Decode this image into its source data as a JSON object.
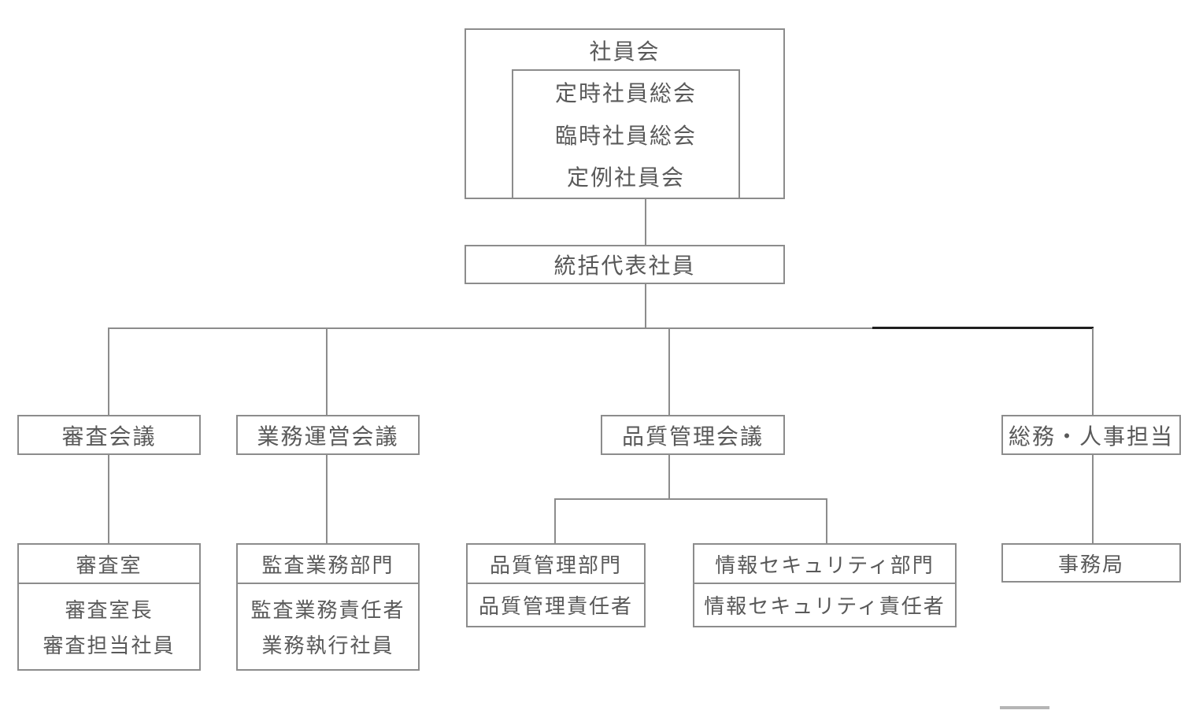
{
  "org": {
    "assembly": {
      "title": "社員会",
      "meetings": [
        "定時社員総会",
        "臨時社員総会",
        "定例社員会"
      ]
    },
    "representative": {
      "title": "統括代表社員"
    },
    "councils": [
      {
        "title": "審査会議"
      },
      {
        "title": "業務運営会議"
      },
      {
        "title": "品質管理会議"
      },
      {
        "title": "総務・人事担当"
      }
    ],
    "departments": [
      {
        "title": "審査室",
        "members": [
          "審査室長",
          "審査担当社員"
        ]
      },
      {
        "title": "監査業務部門",
        "members": [
          "監査業務責任者",
          "業務執行社員"
        ]
      },
      {
        "title": "品質管理部門",
        "members": [
          "品質管理責任者"
        ]
      },
      {
        "title": "情報セキュリティ部門",
        "members": [
          "情報セキュリティ責任者"
        ]
      },
      {
        "title": "事務局",
        "members": []
      }
    ]
  },
  "colors": {
    "background": "#ffffff",
    "border": "#8c8c8c",
    "text": "#595959",
    "dark_line_segment": "#1f1f1f"
  }
}
